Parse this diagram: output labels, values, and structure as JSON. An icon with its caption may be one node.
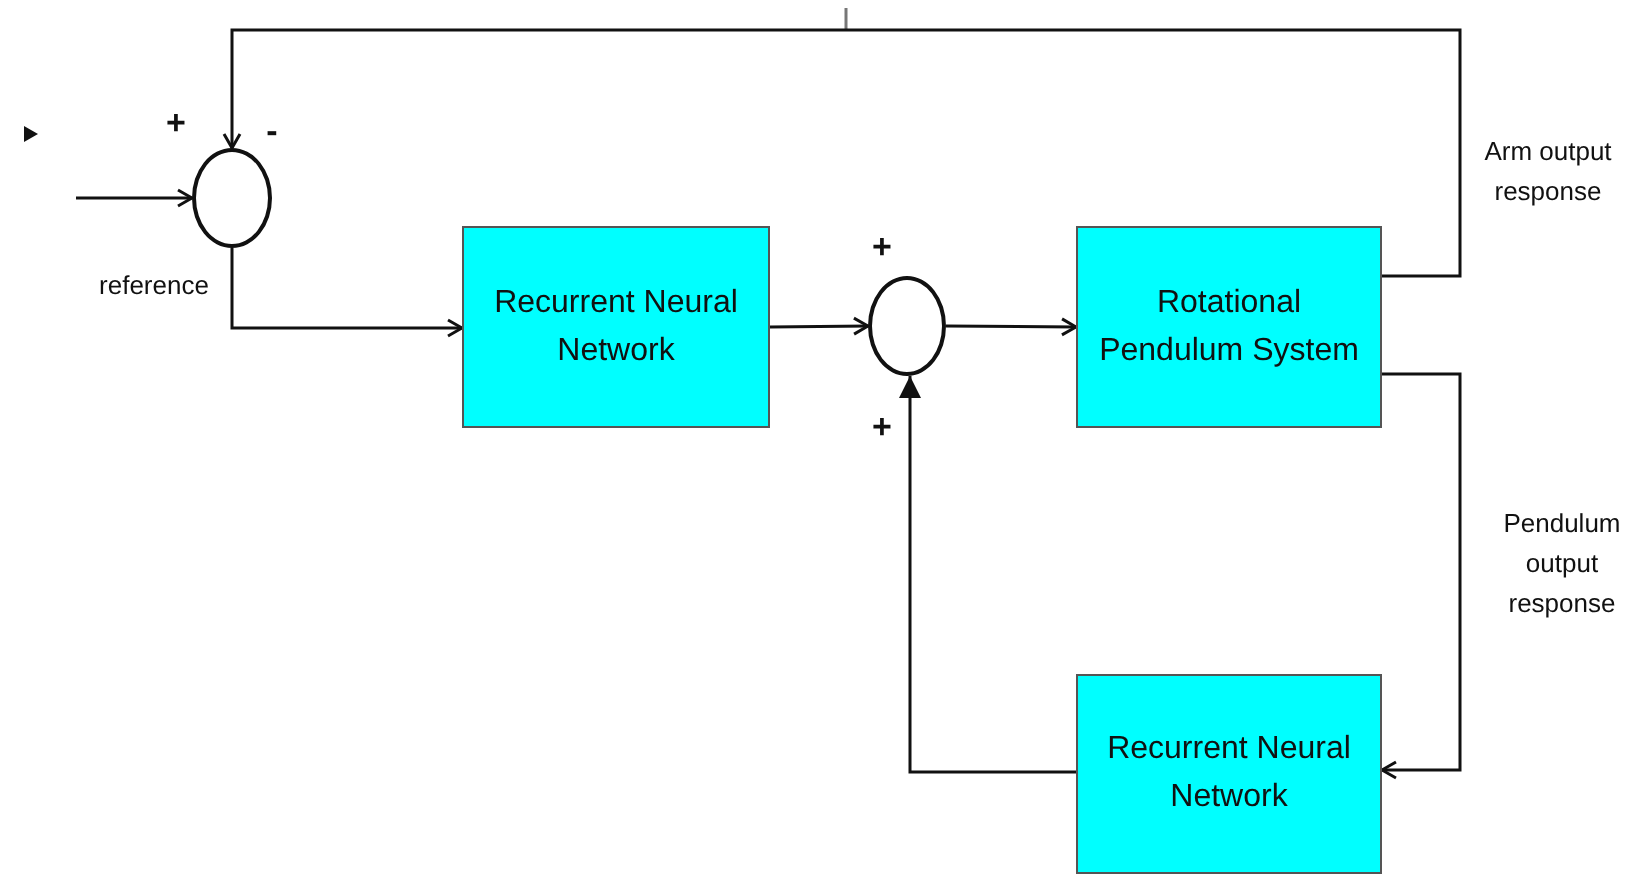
{
  "diagram": {
    "nodes": [
      {
        "text": [],
        "shape": "circle"
      },
      {
        "text": [
          "Recurrent Neural Network"
        ]
      },
      {
        "text": [],
        "shape": "circle"
      },
      {
        "text": [
          "Rotational Pendulum System"
        ]
      },
      {
        "text": [
          "Recurrent Neural Network"
        ]
      }
    ],
    "edges": [
      {
        "from": null,
        "to": 0,
        "arrow": "to"
      },
      {
        "from": 0,
        "to": 1,
        "arrow": "to"
      },
      {
        "from": 1,
        "to": 2,
        "arrow": "to"
      },
      {
        "from": 2,
        "to": 3,
        "arrow": "to"
      },
      {
        "from": 3,
        "to": 0,
        "arrow": "to"
      },
      {
        "from": 3,
        "to": 4,
        "arrow": "to"
      },
      {
        "from": 4,
        "to": 2,
        "arrow": "to"
      }
    ],
    "labels": [
      "+",
      "-",
      "reference",
      "+",
      "+",
      "Arm output response",
      "Pendulum output response"
    ]
  }
}
